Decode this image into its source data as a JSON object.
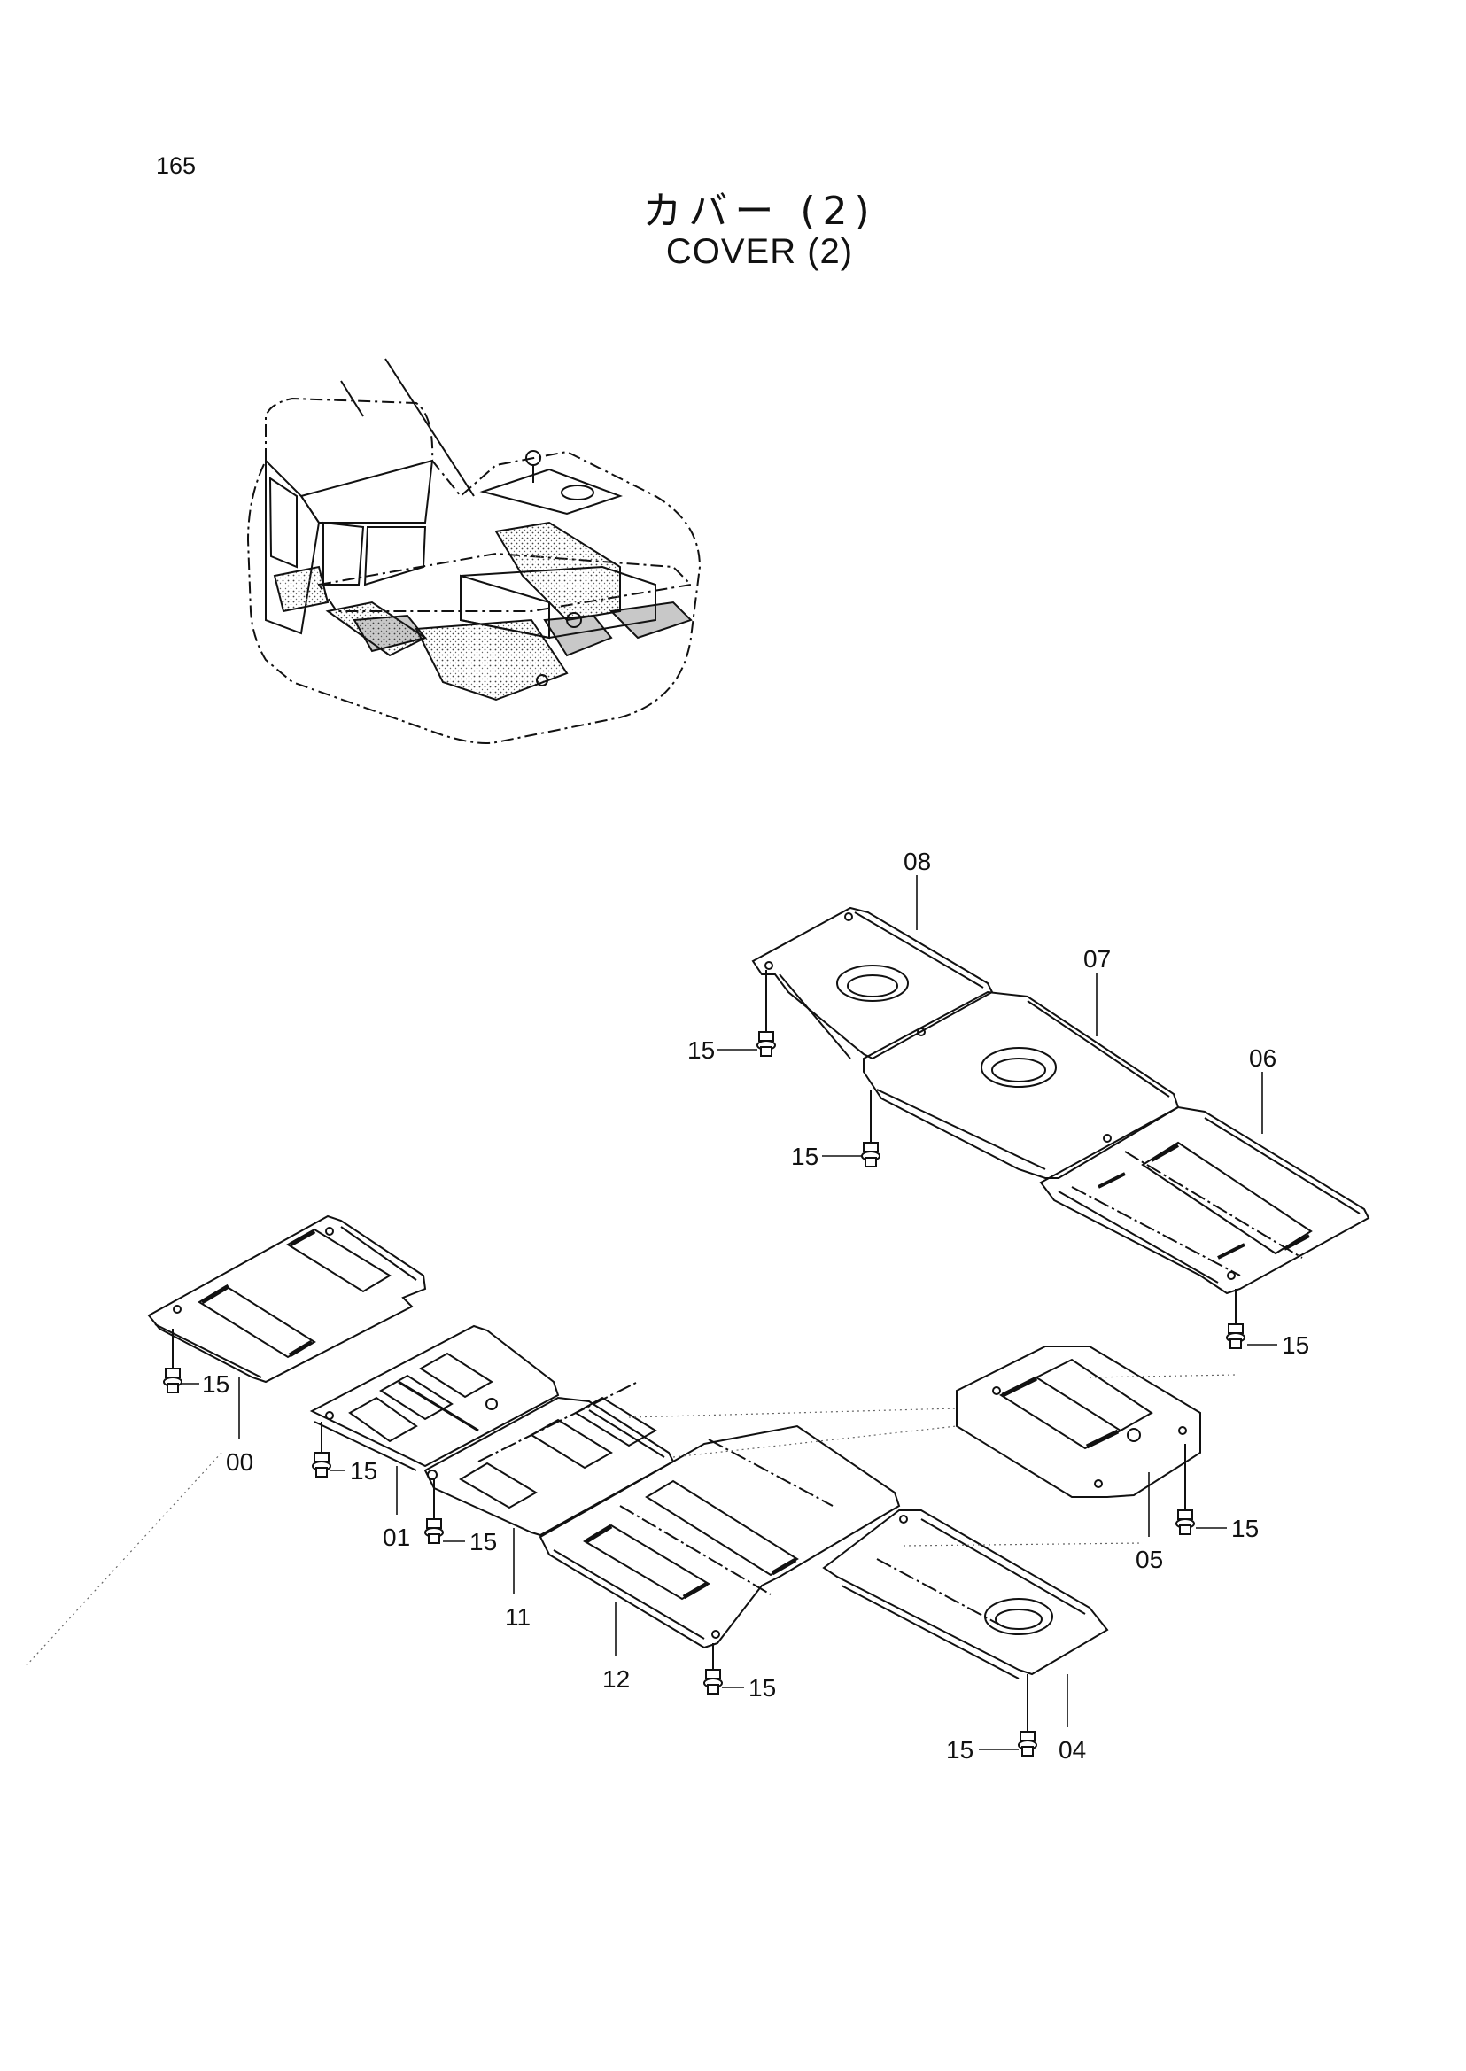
{
  "header": {
    "page_number": "165",
    "title_jp": "カバー (2)",
    "title_en": "COVER (2)"
  },
  "callouts": {
    "c08": "08",
    "c07": "07",
    "c06": "06",
    "c15a": "15",
    "c15b": "15",
    "c15c": "15",
    "c15d": "15",
    "c15e": "15",
    "c15f": "15",
    "c15g": "15",
    "c15h": "15",
    "c15i": "15",
    "c00": "00",
    "c01": "01",
    "c11": "11",
    "c12": "12",
    "c05": "05",
    "c04": "04"
  }
}
